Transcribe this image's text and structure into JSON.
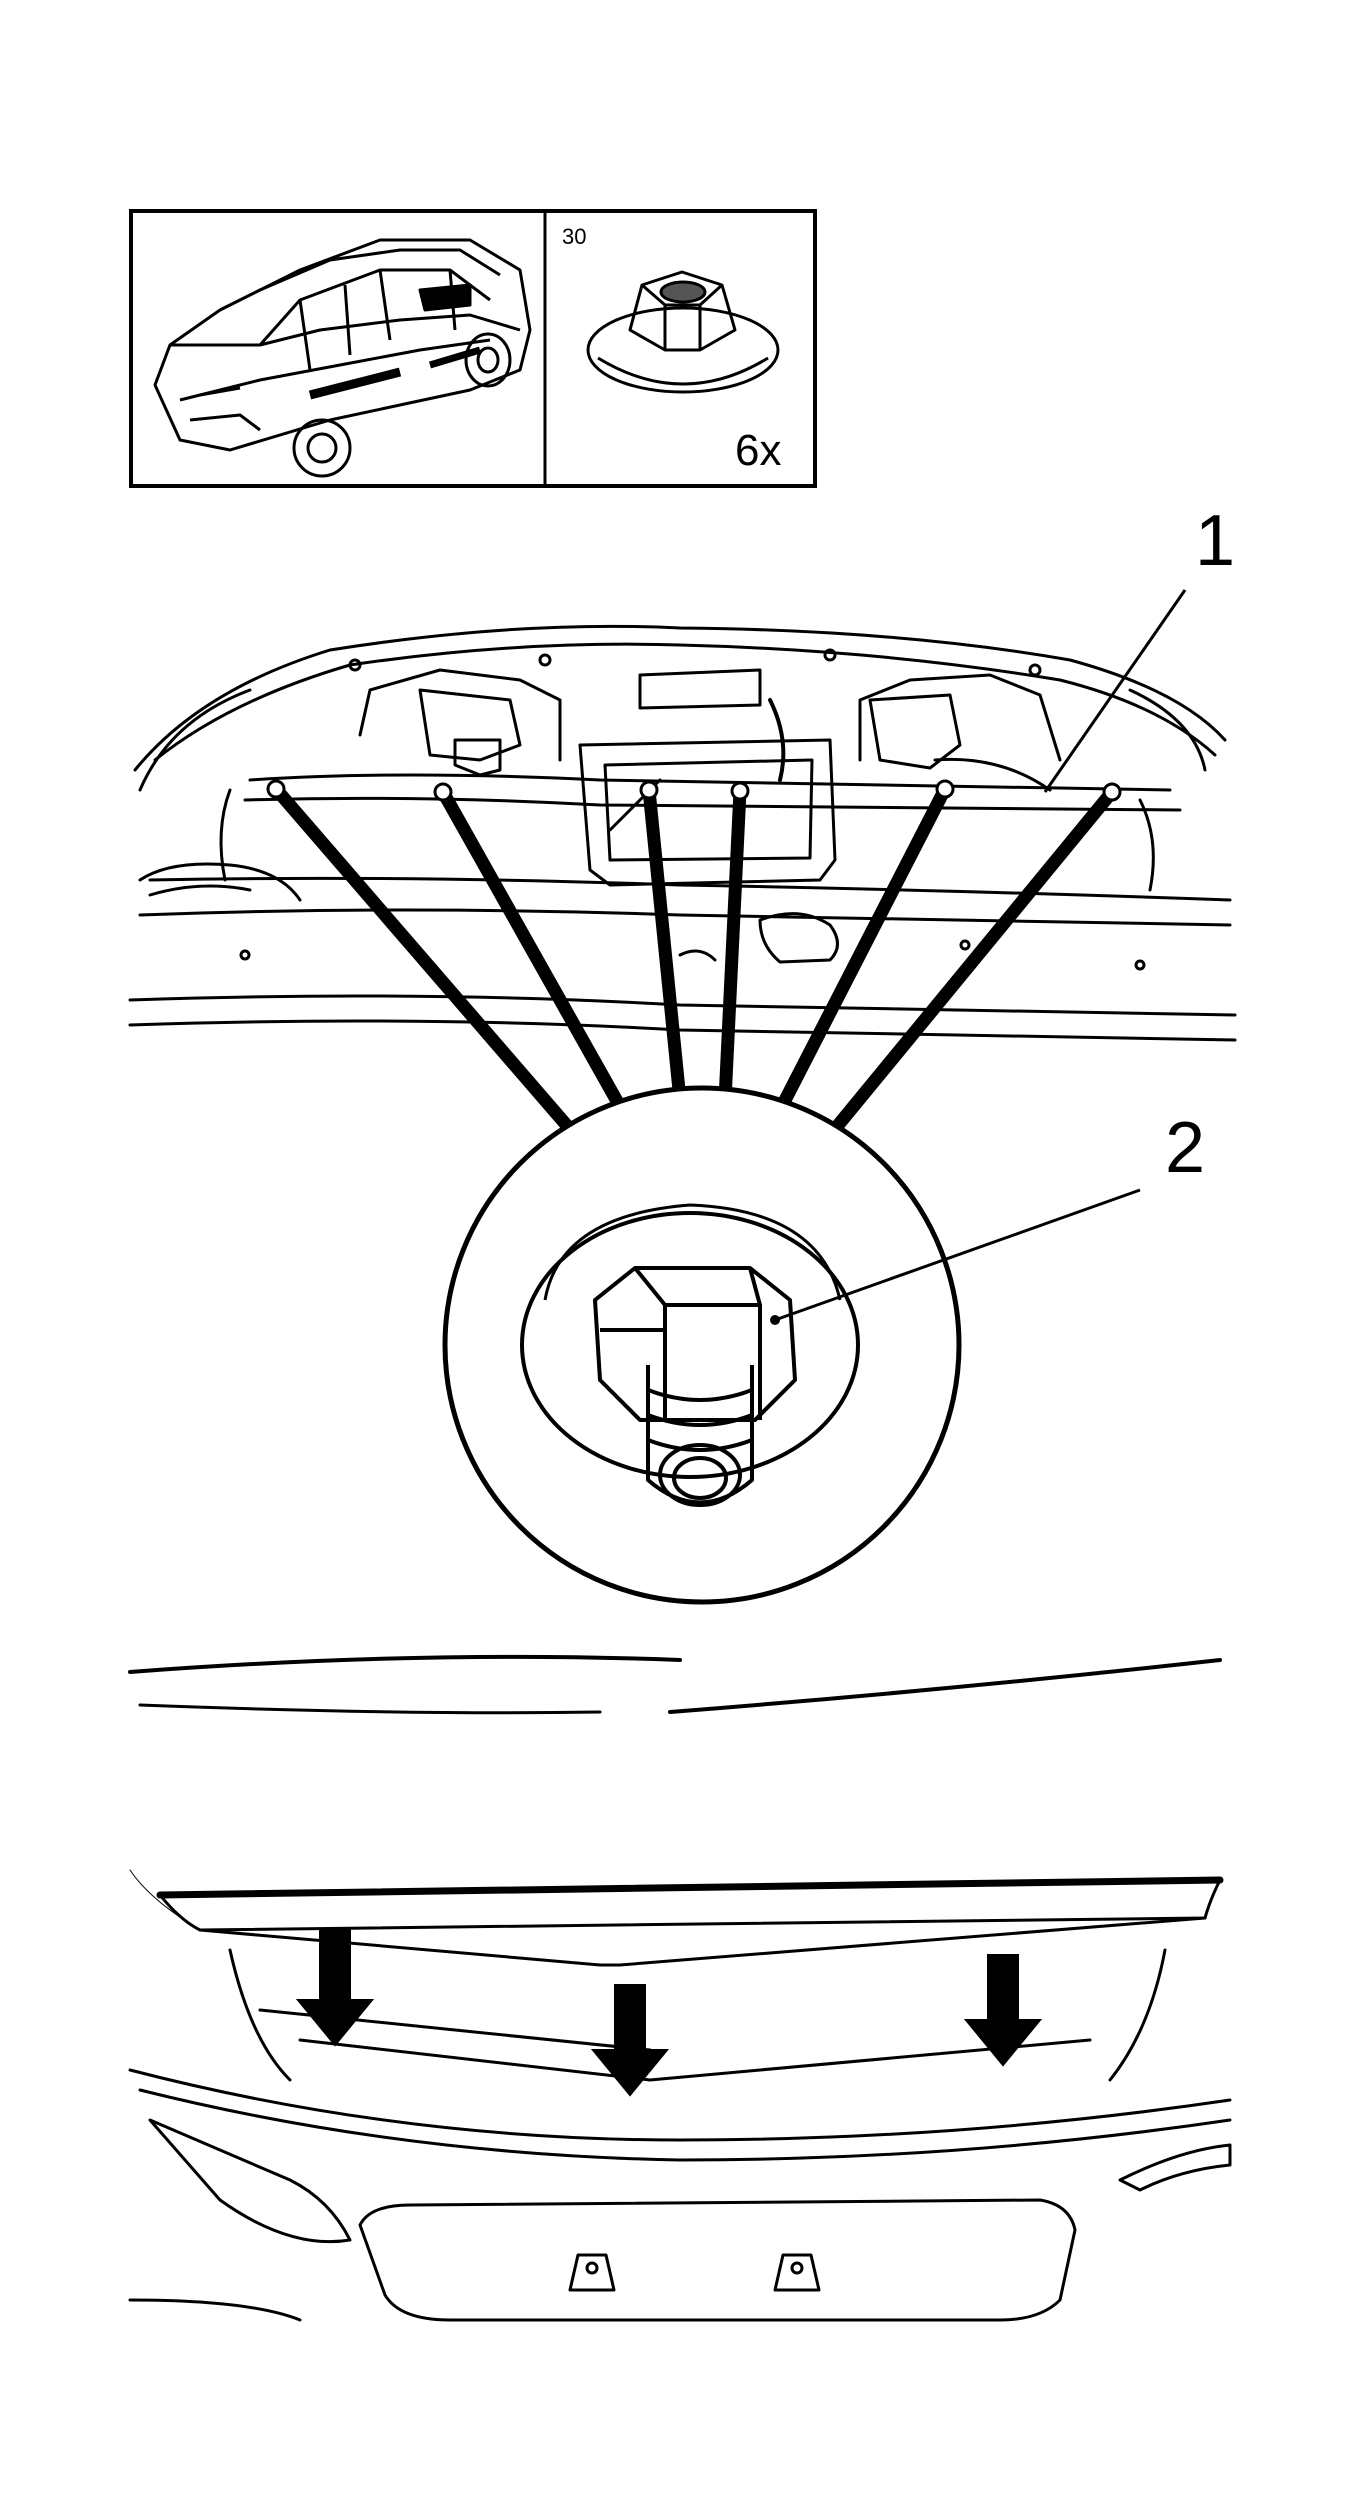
{
  "header": {
    "ref_number": "30",
    "quantity": "6x"
  },
  "callouts": {
    "c1": "1",
    "c2": "2"
  },
  "icons": {
    "vehicle": "car-body-location-icon",
    "nut": "flange-nut-icon",
    "arrow": "push-down-arrow-icon"
  },
  "colors": {
    "ink": "#000000",
    "paper": "#ffffff"
  }
}
